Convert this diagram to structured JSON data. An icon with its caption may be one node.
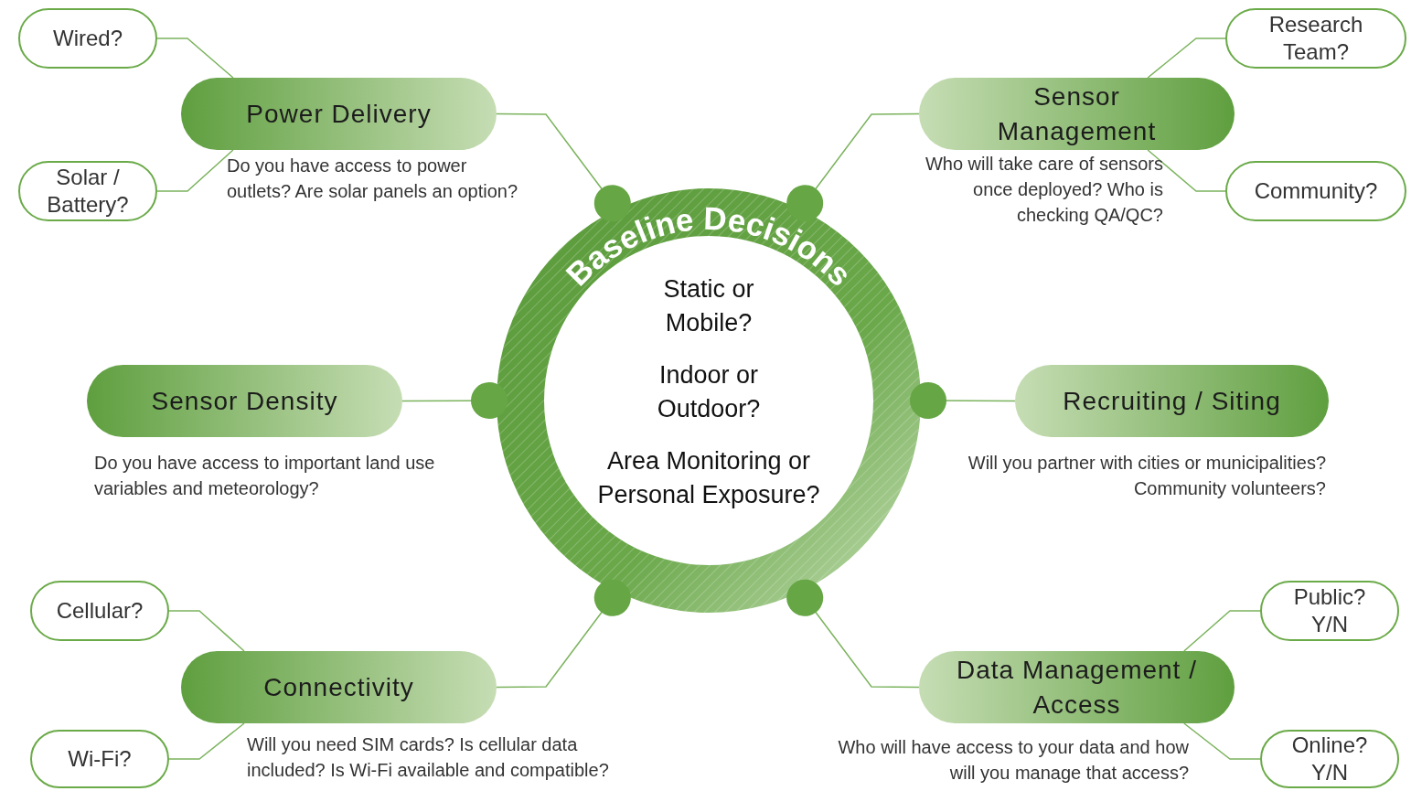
{
  "diagram": {
    "nodes": [
      {
        "text": [
          "Baseline Decisions",
          "Static or Mobile?",
          "Indoor or Outdoor?",
          "Area Monitoring or Personal Exposure?"
        ]
      },
      {
        "text": [
          "Power Delivery"
        ],
        "beside": [
          "Do you have access to power outlets? Are solar panels an option?"
        ]
      },
      {
        "text": [
          "Wired?"
        ]
      },
      {
        "text": [
          "Solar / Battery?"
        ]
      },
      {
        "text": [
          "Sensor Management"
        ],
        "beside": [
          "Who will take care of sensors once deployed? Who is checking QA/QC?"
        ]
      },
      {
        "text": [
          "Research Team?"
        ]
      },
      {
        "text": [
          "Community?"
        ]
      },
      {
        "text": [
          "Sensor Density"
        ],
        "beside": [
          "Do you have access to important land use variables and meteorology?"
        ]
      },
      {
        "text": [
          "Recruiting / Siting"
        ],
        "beside": [
          "Will you partner with cities or municipalities? Community volunteers?"
        ]
      },
      {
        "text": [
          "Connectivity"
        ],
        "beside": [
          "Will you need SIM cards? Is cellular data included? Is Wi-Fi available and compatible?"
        ]
      },
      {
        "text": [
          "Cellular?"
        ]
      },
      {
        "text": [
          "Wi-Fi?"
        ]
      },
      {
        "text": [
          "Data Management / Access"
        ],
        "beside": [
          "Who will have access to your data and how will  you manage that access?"
        ]
      },
      {
        "text": [
          "Public? Y/N"
        ]
      },
      {
        "text": [
          "Online? Y/N"
        ]
      }
    ],
    "edges": [
      {
        "from": 0,
        "to": 1,
        "arrow": "other"
      },
      {
        "from": 0,
        "to": 4,
        "arrow": "other"
      },
      {
        "from": 0,
        "to": 7,
        "arrow": "other"
      },
      {
        "from": 0,
        "to": 8,
        "arrow": "other"
      },
      {
        "from": 0,
        "to": 9,
        "arrow": "other"
      },
      {
        "from": 0,
        "to": 12,
        "arrow": "other"
      },
      {
        "from": 1,
        "to": 2,
        "arrow": "none"
      },
      {
        "from": 1,
        "to": 3,
        "arrow": "none"
      },
      {
        "from": 4,
        "to": 5,
        "arrow": "none"
      },
      {
        "from": 4,
        "to": 6,
        "arrow": "none"
      },
      {
        "from": 9,
        "to": 10,
        "arrow": "none"
      },
      {
        "from": 9,
        "to": 11,
        "arrow": "none"
      },
      {
        "from": 12,
        "to": 13,
        "arrow": "none"
      },
      {
        "from": 12,
        "to": 14,
        "arrow": "none"
      }
    ]
  }
}
